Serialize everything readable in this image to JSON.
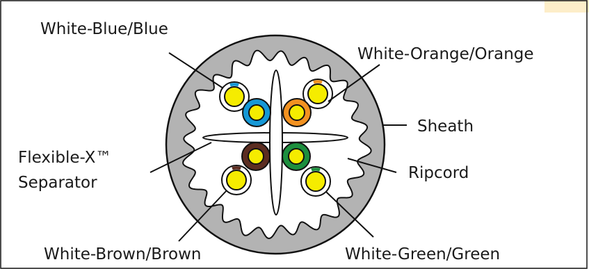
{
  "labels": {
    "white_blue": "White-Blue/Blue",
    "white_orange": "White-Orange/Orange",
    "sheath": "Sheath",
    "separator_line1": "Flexible-X™",
    "separator_line2": "Separator",
    "ripcord": "Ripcord",
    "white_brown": "White-Brown/Brown",
    "white_green": "White-Green/Green"
  },
  "colors": {
    "sheath": "#b3b3b3",
    "interior": "#ffffff",
    "conductor": "#f5ec00",
    "blue": "#1598d6",
    "orange": "#f29221",
    "brown": "#5c2d21",
    "green": "#1d8f3e",
    "corner_tab": "#fdeec9"
  },
  "pairs": [
    {
      "pair": "Blue",
      "stripe": "White-Blue",
      "solid": "Blue"
    },
    {
      "pair": "Orange",
      "stripe": "White-Orange",
      "solid": "Orange"
    },
    {
      "pair": "Brown",
      "stripe": "White-Brown",
      "solid": "Brown"
    },
    {
      "pair": "Green",
      "stripe": "White-Green",
      "solid": "Green"
    }
  ]
}
